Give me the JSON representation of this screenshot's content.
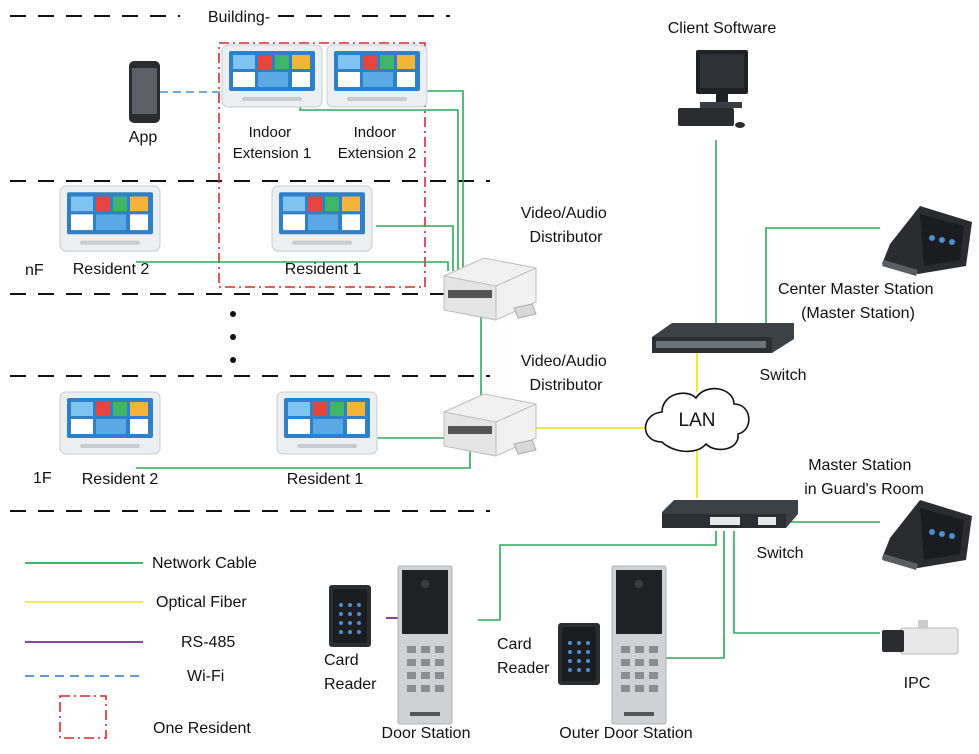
{
  "building_label": "Building-",
  "floors": {
    "top": "nF",
    "bottom": "1F"
  },
  "devices": {
    "app": "App",
    "indoor_ext1": [
      "Indoor",
      "Extension 1"
    ],
    "indoor_ext2": [
      "Indoor",
      "Extension 2"
    ],
    "resident2_nf": "Resident 2",
    "resident1_nf": "Resident 1",
    "resident2_1f": "Resident 2",
    "resident1_1f": "Resident 1",
    "distributor_top": [
      "Video/Audio",
      "Distributor"
    ],
    "distributor_bottom": [
      "Video/Audio",
      "Distributor"
    ],
    "client_software": "Client Software",
    "center_master": [
      "Center Master Station",
      "(Master Station)"
    ],
    "switch_top": "Switch",
    "lan": "LAN",
    "guard_master": [
      "Master Station",
      "in Guard's Room"
    ],
    "switch_bottom": "Switch",
    "card_reader_1": [
      "Card",
      "Reader"
    ],
    "door_station": "Door Station",
    "card_reader_2": [
      "Card",
      "Reader"
    ],
    "outer_door_station": "Outer Door Station",
    "ipc": "IPC"
  },
  "legend": [
    {
      "label": "Network Cable",
      "color": "#2eaa5c",
      "style": "solid"
    },
    {
      "label": "Optical Fiber",
      "color": "#f2ea3a",
      "style": "solid"
    },
    {
      "label": "RS-485",
      "color": "#7a2a8c",
      "style": "solid"
    },
    {
      "label": "Wi-Fi",
      "color": "#4a8fd0",
      "style": "dashed"
    },
    {
      "label": "One Resident",
      "color": "#e0282b",
      "style": "dashdot-box"
    }
  ],
  "colors": {
    "network": "#2eaa5c",
    "fiber": "#f2ea3a",
    "rs485": "#7a2a8c",
    "wifi": "#4a8fd0",
    "resident_box": "#e0282b"
  },
  "icons": [
    "smartphone-icon",
    "indoor-monitor-icon",
    "distributor-icon",
    "computer-icon",
    "network-switch-icon",
    "cloud-icon",
    "master-station-icon",
    "card-reader-icon",
    "door-station-icon",
    "ip-camera-icon"
  ]
}
